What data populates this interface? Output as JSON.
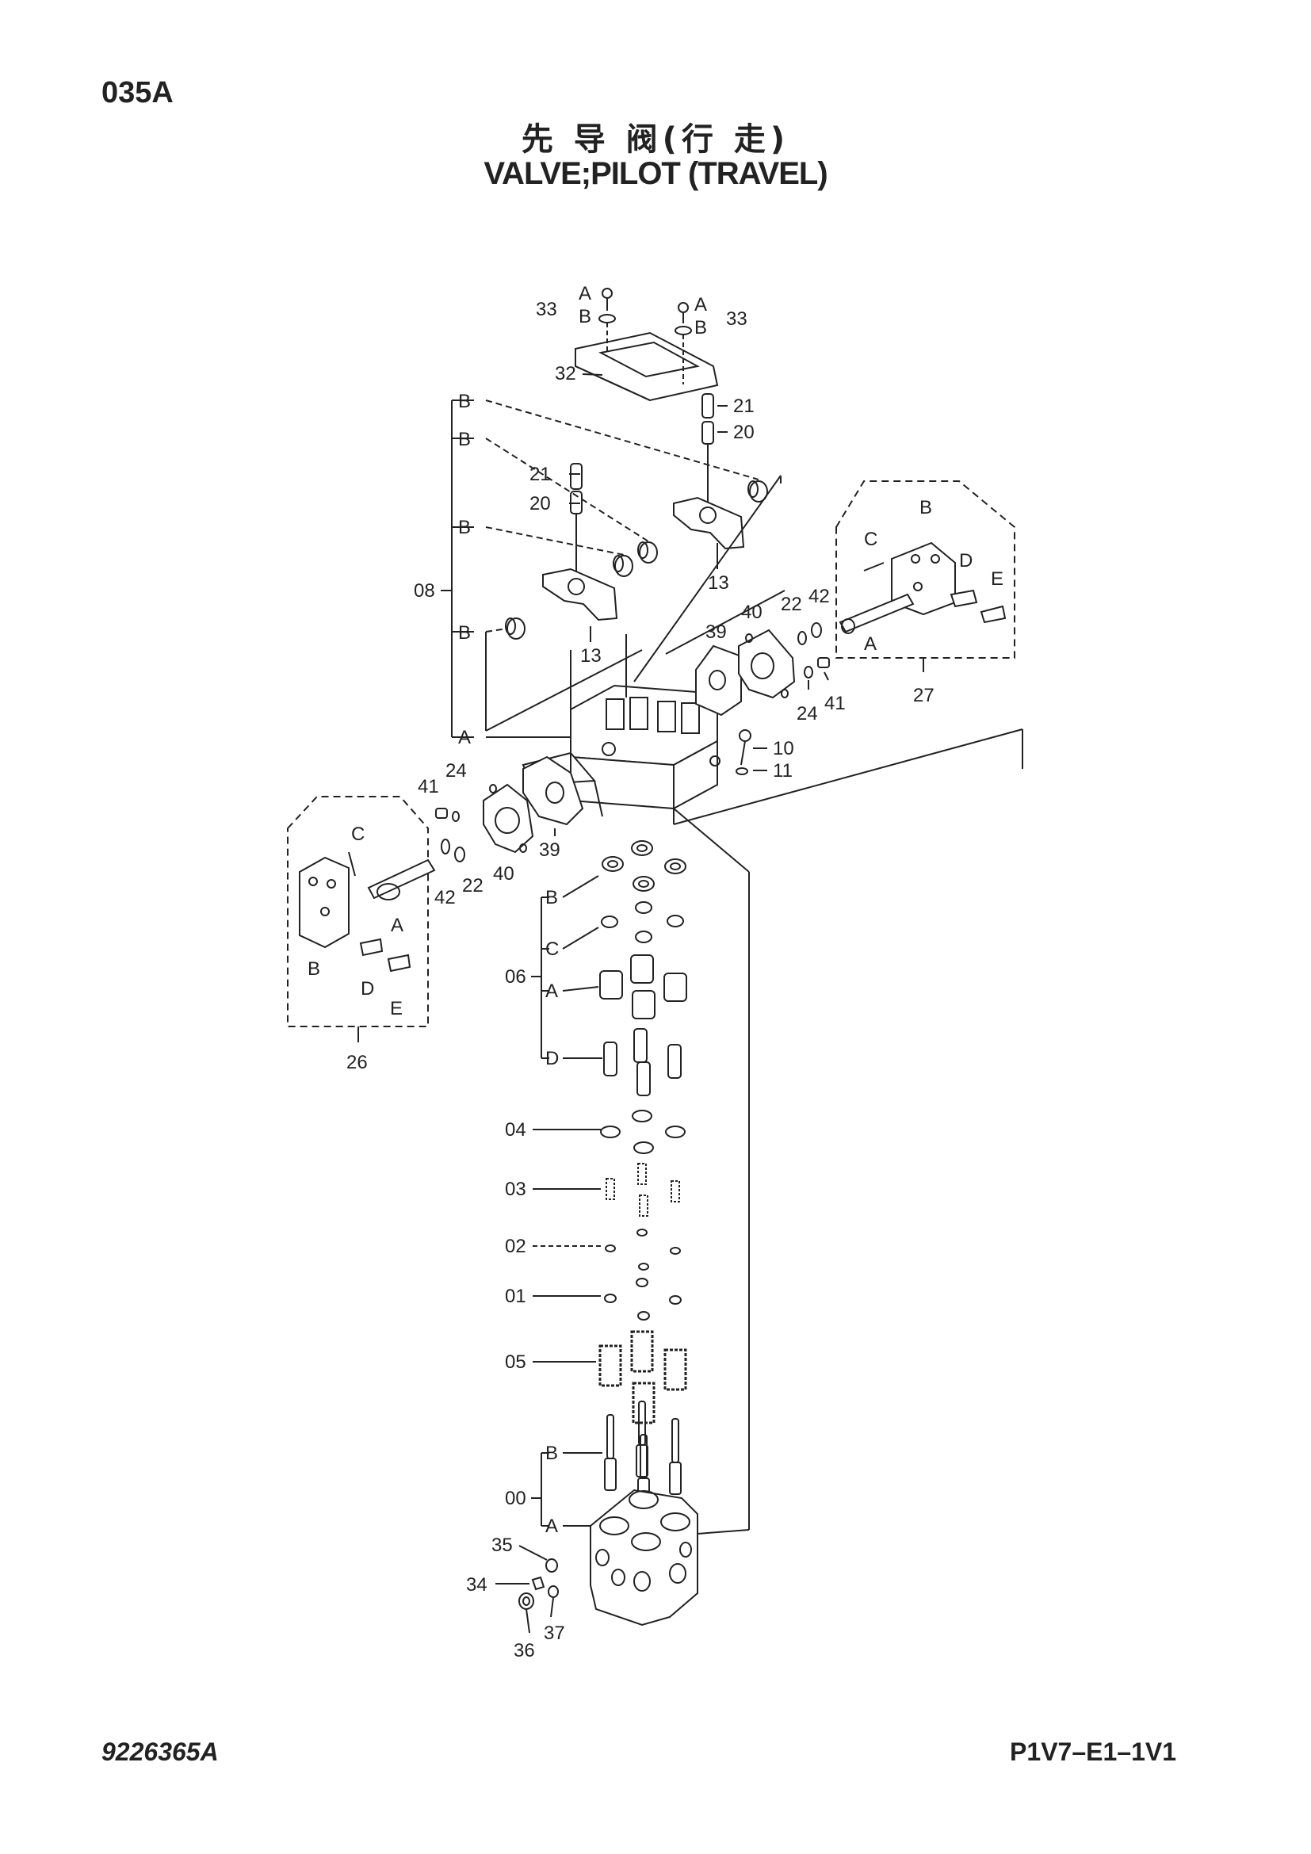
{
  "header": {
    "page_code": "035A",
    "title_cn": "先 导 阀(行 走)",
    "title_en": "VALVE;PILOT (TRAVEL)"
  },
  "footer": {
    "doc_number": "9226365A",
    "sheet_code": "P1V7–E1–1V1"
  },
  "callouts": {
    "p00": "00",
    "p01": "01",
    "p02": "02",
    "p03": "03",
    "p04": "04",
    "p05": "05",
    "p06": "06",
    "p08": "08",
    "p10": "10",
    "p11": "11",
    "p13": "13",
    "p20": "20",
    "p21": "21",
    "p22": "22",
    "p24": "24",
    "p26": "26",
    "p27": "27",
    "p32": "32",
    "p33": "33",
    "p34": "34",
    "p35": "35",
    "p36": "36",
    "p37": "37",
    "p39": "39",
    "p40": "40",
    "p41": "41",
    "p42": "42"
  },
  "letters": {
    "A": "A",
    "B": "B",
    "C": "C",
    "D": "D",
    "E": "E"
  }
}
